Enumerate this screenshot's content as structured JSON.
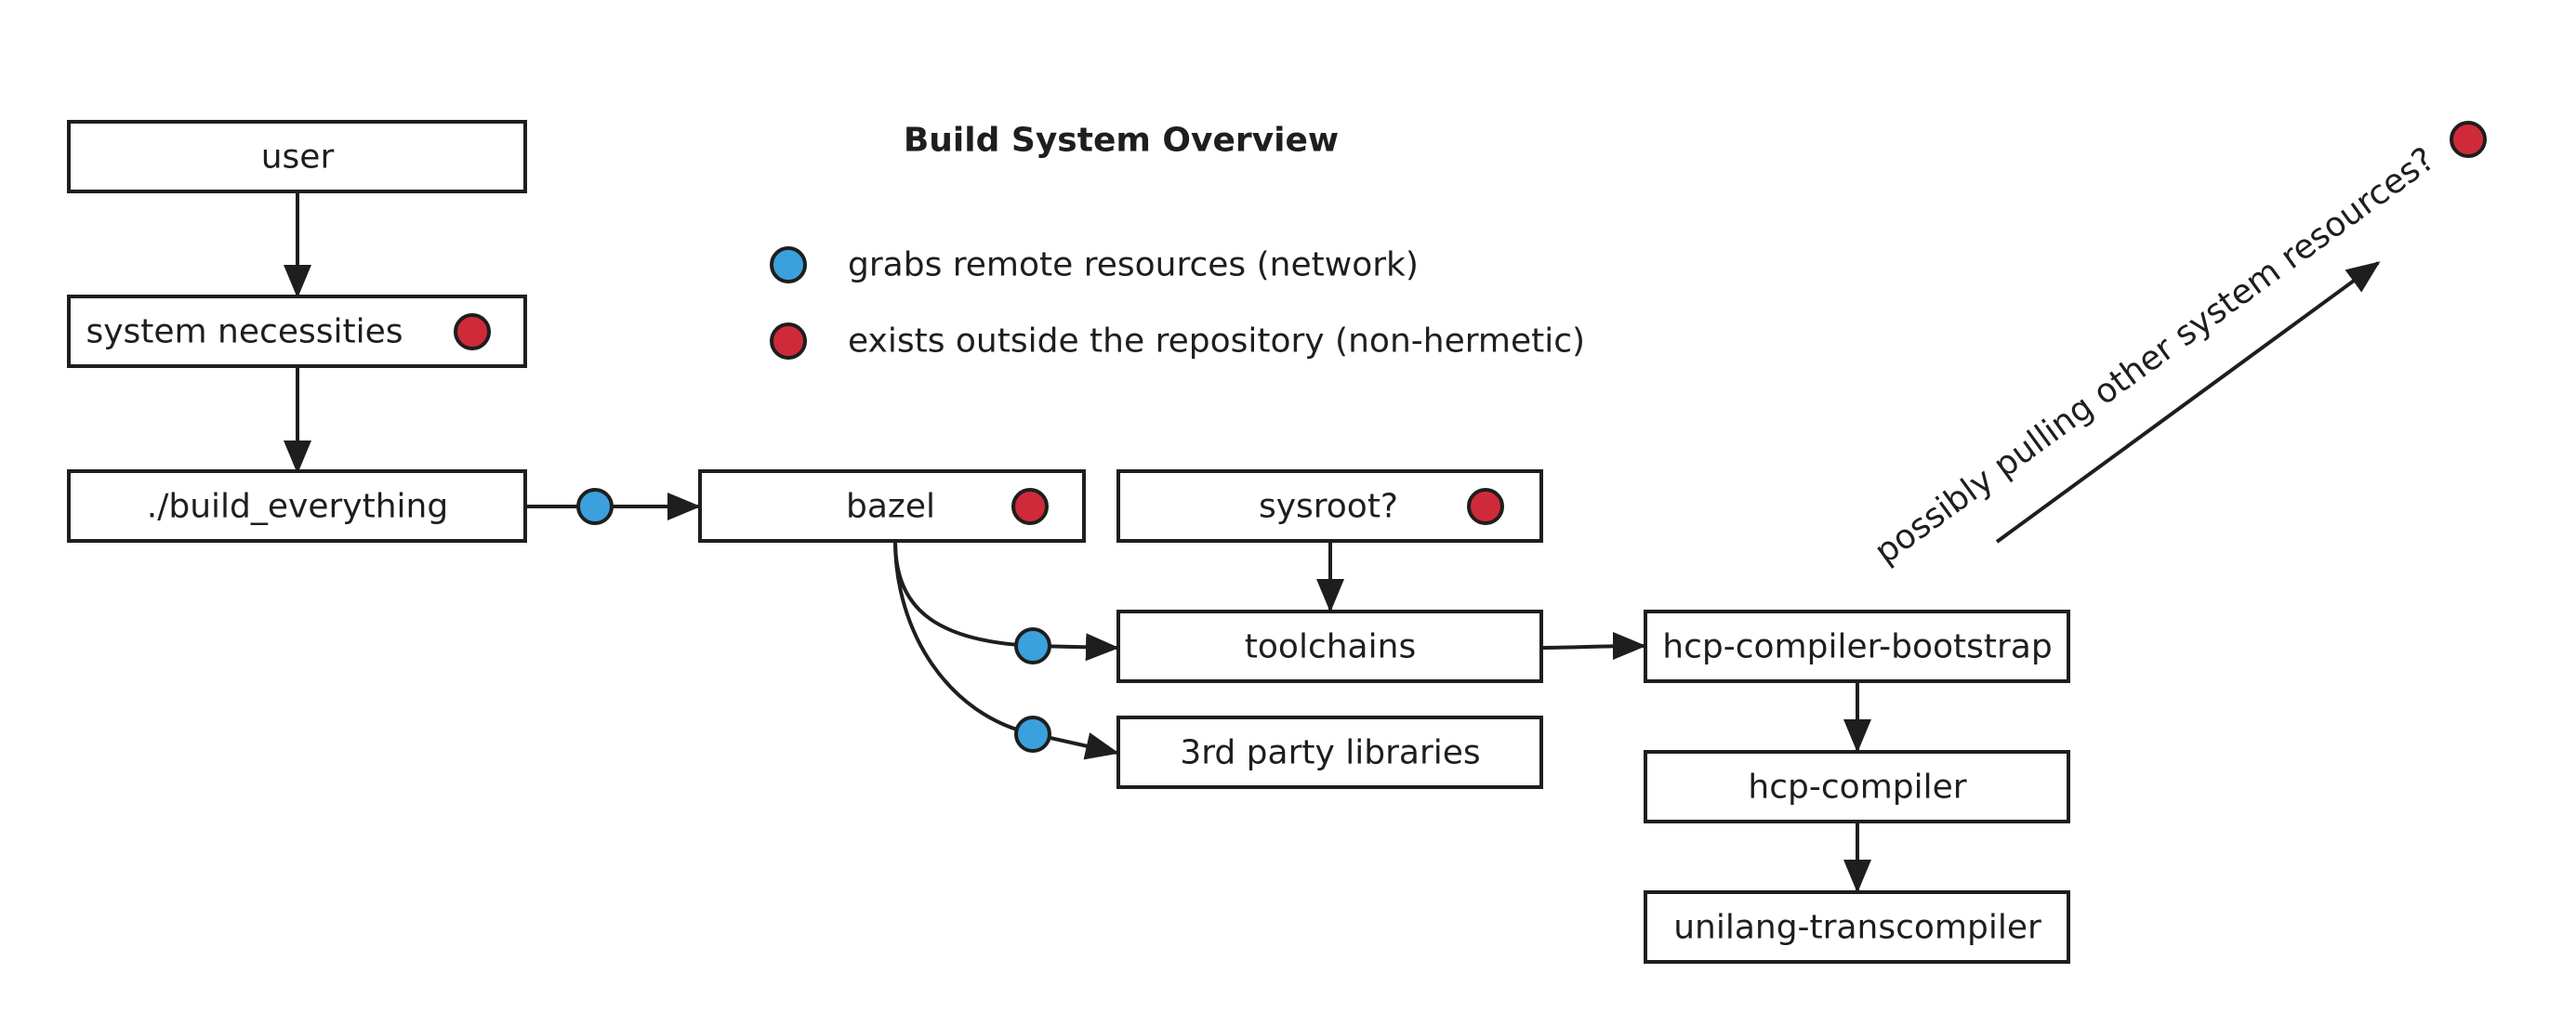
{
  "title": "Build System Overview",
  "colors": {
    "network": "#3aa1dd",
    "non_hermetic": "#cf2a3a",
    "stroke": "#1e1e1e"
  },
  "legend": [
    {
      "color": "network",
      "label": "grabs remote resources (network)"
    },
    {
      "color": "non_hermetic",
      "label": "exists outside the repository (non-hermetic)"
    }
  ],
  "nodes": {
    "user": "user",
    "system_necessities": "system necessities",
    "build_everything": "./build_everything",
    "bazel": "bazel",
    "sysroot": "sysroot?",
    "toolchains": "toolchains",
    "third_party": "3rd party libraries",
    "hcp_compiler_bootstrap": "hcp-compiler-bootstrap",
    "hcp_compiler": "hcp-compiler",
    "unilang_transcompiler": "unilang-transcompiler"
  },
  "annotation": "possibly pulling other system resources?"
}
